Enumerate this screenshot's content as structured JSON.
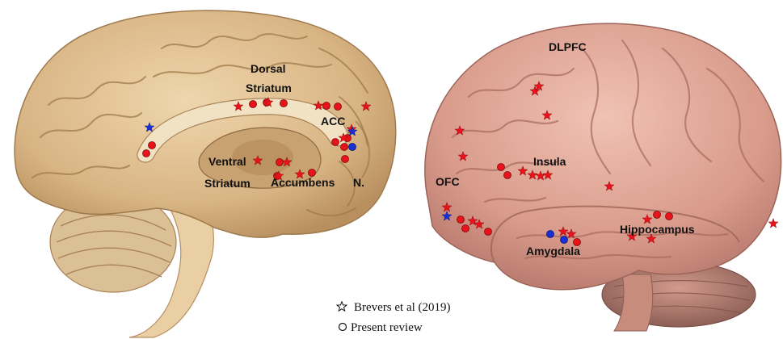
{
  "labels": {
    "dorsal": "Dorsal",
    "striatum_d": "Striatum",
    "acc": "ACC",
    "ventral": "Ventral",
    "striatum_v": "Striatum",
    "accumbens": "Accumbens",
    "n": "N.",
    "dlpfc": "DLPFC",
    "insula": "Insula",
    "ofc": "OFC",
    "amygdala": "Amygdala",
    "hippocampus": "Hippocampus"
  },
  "legend": {
    "star_label": "Brevers et al (2019)",
    "circle_label": "Present review"
  },
  "colors": {
    "red_marker": "#e8131b",
    "blue_marker": "#1a2fd6",
    "medial_brain": "#d9b98a",
    "lateral_brain": "#dca295"
  }
}
